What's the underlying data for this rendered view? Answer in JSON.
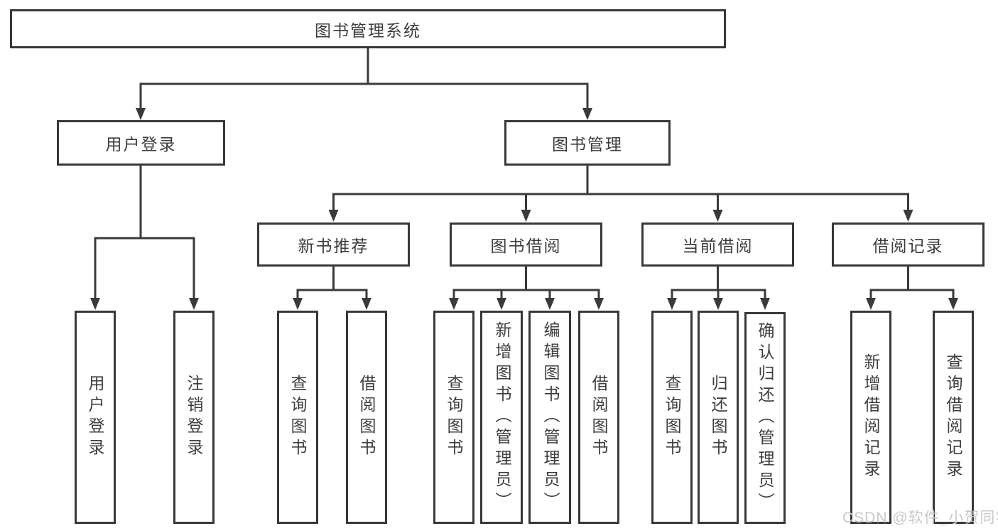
{
  "diagram": {
    "root": {
      "label": "图书管理系统"
    },
    "level2": [
      {
        "label": "用户登录"
      },
      {
        "label": "图书管理"
      }
    ],
    "level3": [
      {
        "label": "新书推荐"
      },
      {
        "label": "图书借阅"
      },
      {
        "label": "当前借阅"
      },
      {
        "label": "借阅记录"
      }
    ],
    "leaves": {
      "user_login": [
        {
          "label": "用户登录"
        },
        {
          "label": "注销登录"
        }
      ],
      "new_book": [
        {
          "label": "查询图书"
        },
        {
          "label": "借阅图书"
        }
      ],
      "book_borrow": [
        {
          "label": "查询图书"
        },
        {
          "label": "新增图书（管理员）"
        },
        {
          "label": "编辑图书（管理员）"
        },
        {
          "label": "借阅图书"
        }
      ],
      "current_borrow": [
        {
          "label": "查询图书"
        },
        {
          "label": "归还图书"
        },
        {
          "label": "确认归还（管理员）"
        }
      ],
      "borrow_records": [
        {
          "label": "新增借阅记录"
        },
        {
          "label": "查询借阅记录"
        }
      ]
    }
  },
  "watermark": {
    "text": "CSDN @软件_小贺同学"
  },
  "colors": {
    "background": "#ffffff",
    "box_border": "#383838",
    "line": "#3a3a3a",
    "text": "#3d3d3d",
    "watermark_text": "#c9c9c9"
  }
}
